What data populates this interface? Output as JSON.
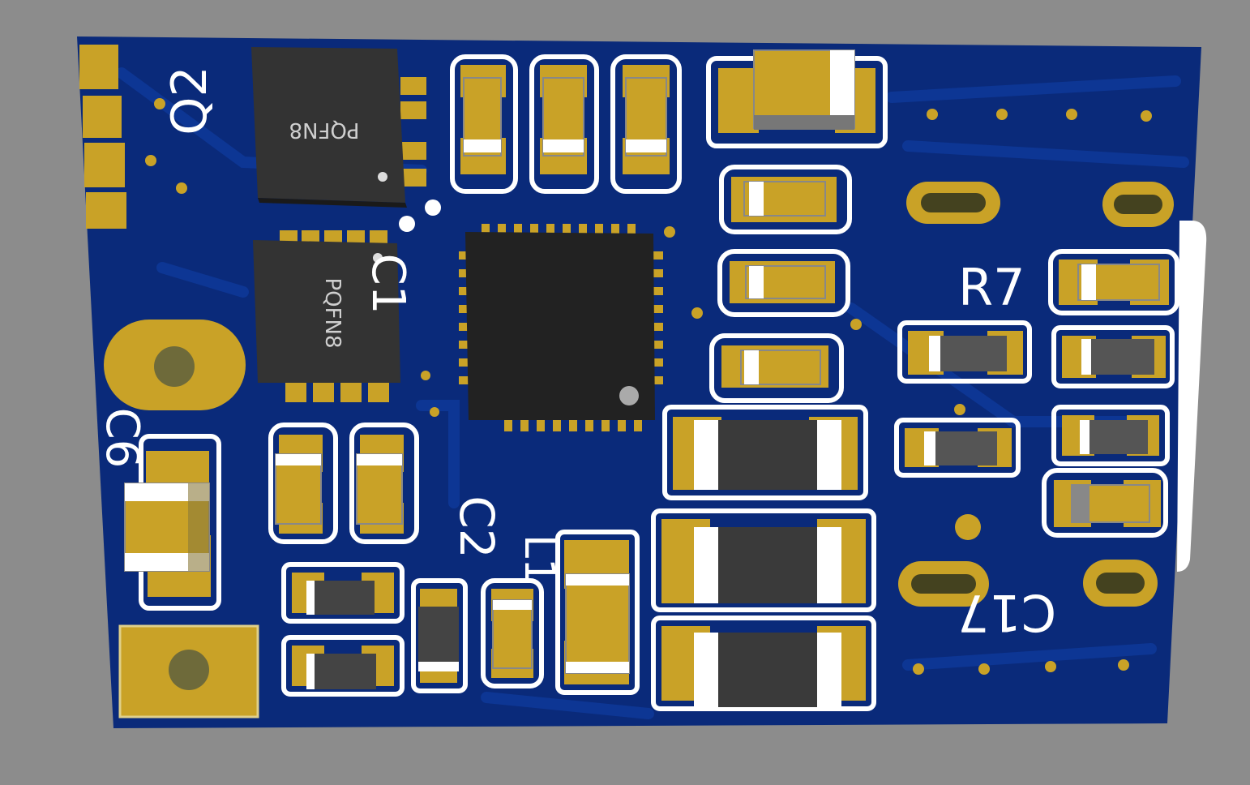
{
  "colors": {
    "background": "#8c8c8c",
    "pcb": "#0a2a7a",
    "trace": "#0d3694",
    "pad": "#c9a227",
    "silkscreen": "#ffffff",
    "ic_body": "#2b2b2b",
    "inductor_body": "#3a3a3a"
  },
  "components": {
    "q2_label": "Q2",
    "q1_package_label": "PQFN8",
    "q2_package_label": "PQFN8",
    "r7_label": "R7",
    "c17_label": "C17",
    "c2_label": "C2",
    "c6_label": "C6",
    "c1_label": "C1",
    "l1_label": "L1"
  }
}
